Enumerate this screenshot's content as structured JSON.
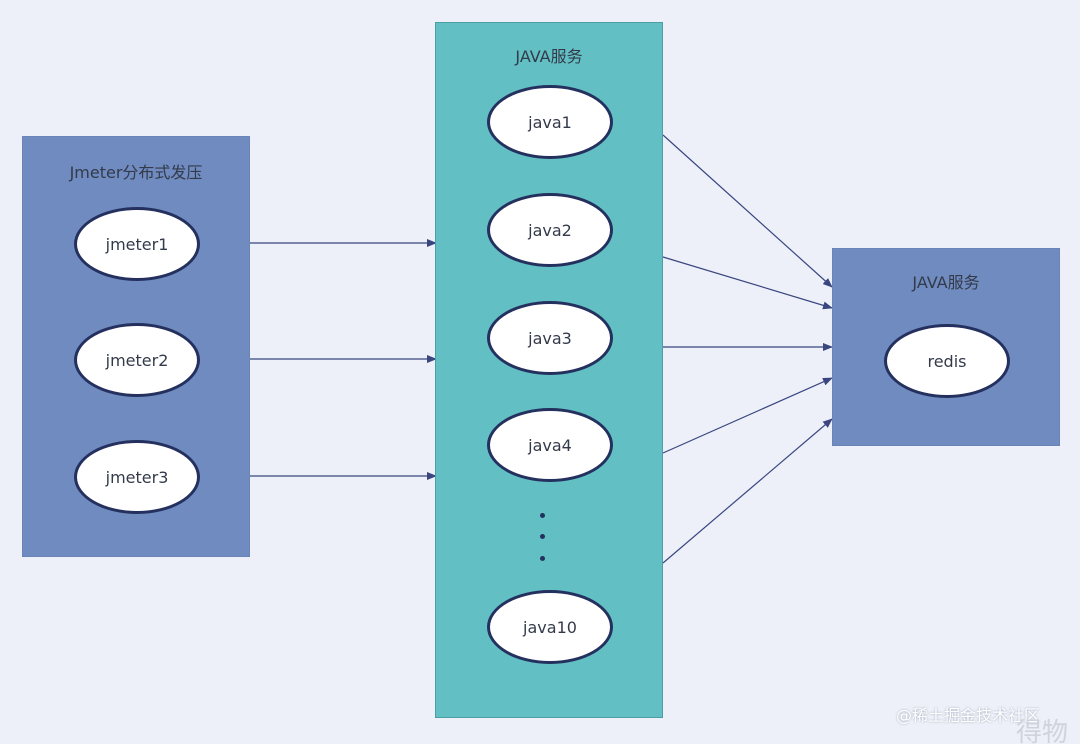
{
  "colors": {
    "background": "#edf0f8",
    "blue_panel": "#6f8bc0",
    "teal_panel": "#62c0c4",
    "node_border": "#24305e",
    "node_fill": "#ffffff",
    "arrow": "#3a4680"
  },
  "jmeter_panel": {
    "title": "Jmeter分布式发压",
    "nodes": [
      "jmeter1",
      "jmeter2",
      "jmeter3"
    ]
  },
  "java_panel": {
    "title": "JAVA服务",
    "nodes": [
      "java1",
      "java2",
      "java3",
      "java4",
      "java10"
    ]
  },
  "redis_panel": {
    "title": "JAVA服务",
    "nodes": [
      "redis"
    ]
  },
  "watermark": {
    "text": "@稀土掘金技术社区",
    "corner_text": "得物"
  }
}
